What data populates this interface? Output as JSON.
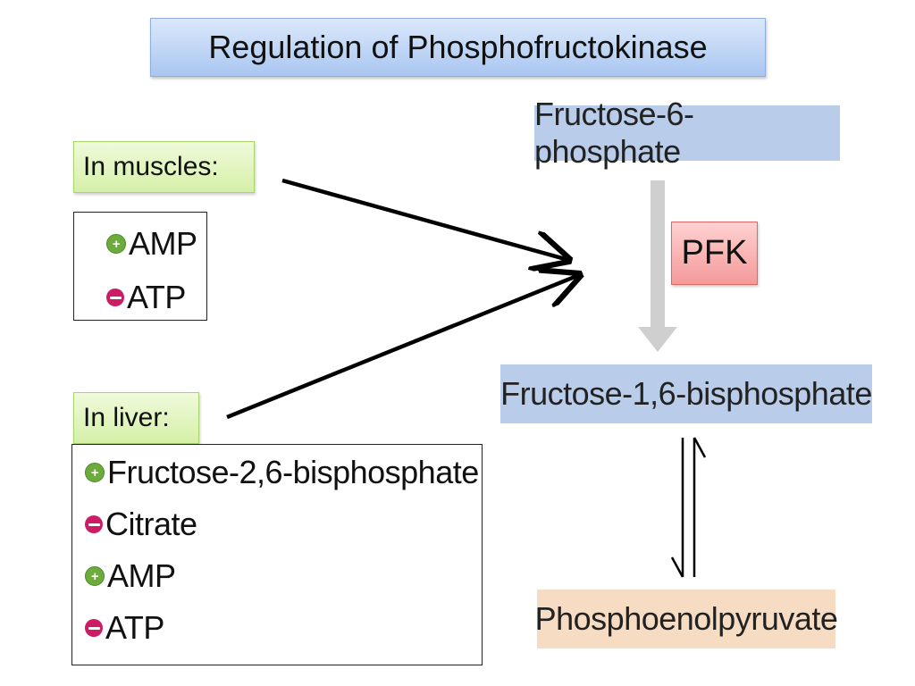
{
  "title": "Regulation of Phosphofructokinase",
  "muscles": {
    "label": "In muscles:",
    "regulators": [
      {
        "sign": "+",
        "name": "AMP"
      },
      {
        "sign": "-",
        "name": "ATP"
      }
    ]
  },
  "liver": {
    "label": "In liver:",
    "regulators": [
      {
        "sign": "+",
        "name": "Fructose-2,6-bisphosphate"
      },
      {
        "sign": "-",
        "name": "Citrate"
      },
      {
        "sign": "+",
        "name": "AMP"
      },
      {
        "sign": "-",
        "name": "ATP"
      }
    ]
  },
  "pathway": {
    "substrate": "Fructose-6-phosphate",
    "enzyme": "PFK",
    "product": "Fructose-1,6-bisphosphate",
    "downstream": "Phosphoenolpyruvate"
  },
  "colors": {
    "activator": "#6cab3c",
    "inhibitor": "#cc1d64",
    "arrow_gray": "#cfcfcf"
  }
}
